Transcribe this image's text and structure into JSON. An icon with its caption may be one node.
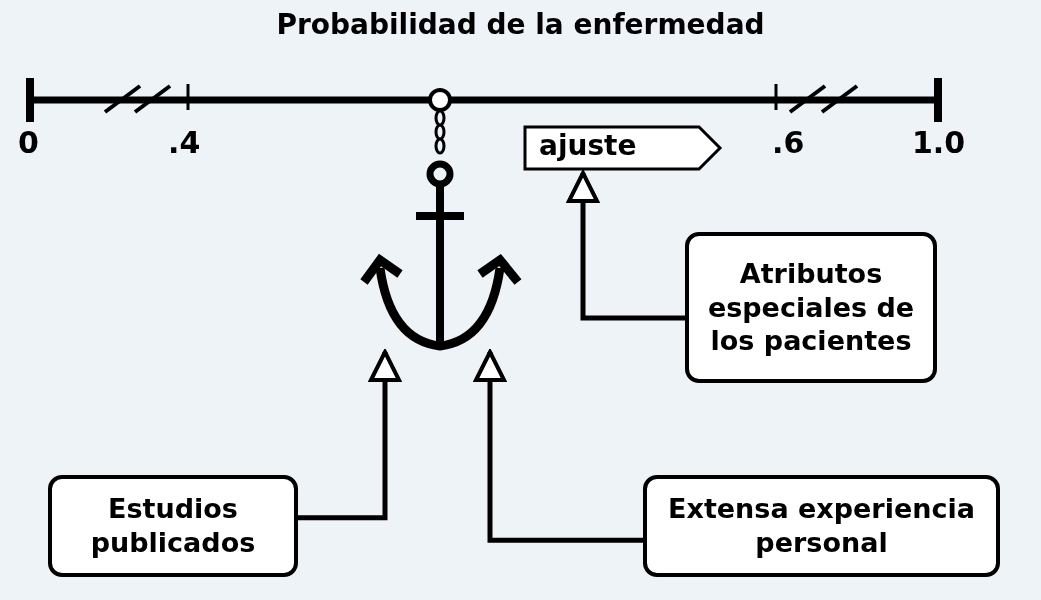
{
  "diagram": {
    "title": "Probabilidad de la enfermedad",
    "nodes": [
      {
        "text": [
          "ajuste"
        ]
      },
      {
        "text": [],
        "shape": "anchor"
      },
      {
        "text": [
          "Atributos especiales de los pacientes"
        ]
      },
      {
        "text": [
          "Estudios publicados"
        ]
      },
      {
        "text": [
          "Extensa experiencia personal"
        ]
      }
    ],
    "edges": [
      {
        "from": 3,
        "to": 1,
        "arrow": "to"
      },
      {
        "from": 4,
        "to": 1,
        "arrow": "to"
      },
      {
        "from": 2,
        "to": 0,
        "arrow": "to"
      }
    ],
    "labels": [
      "0",
      ".4",
      ".6",
      "1.0"
    ]
  }
}
